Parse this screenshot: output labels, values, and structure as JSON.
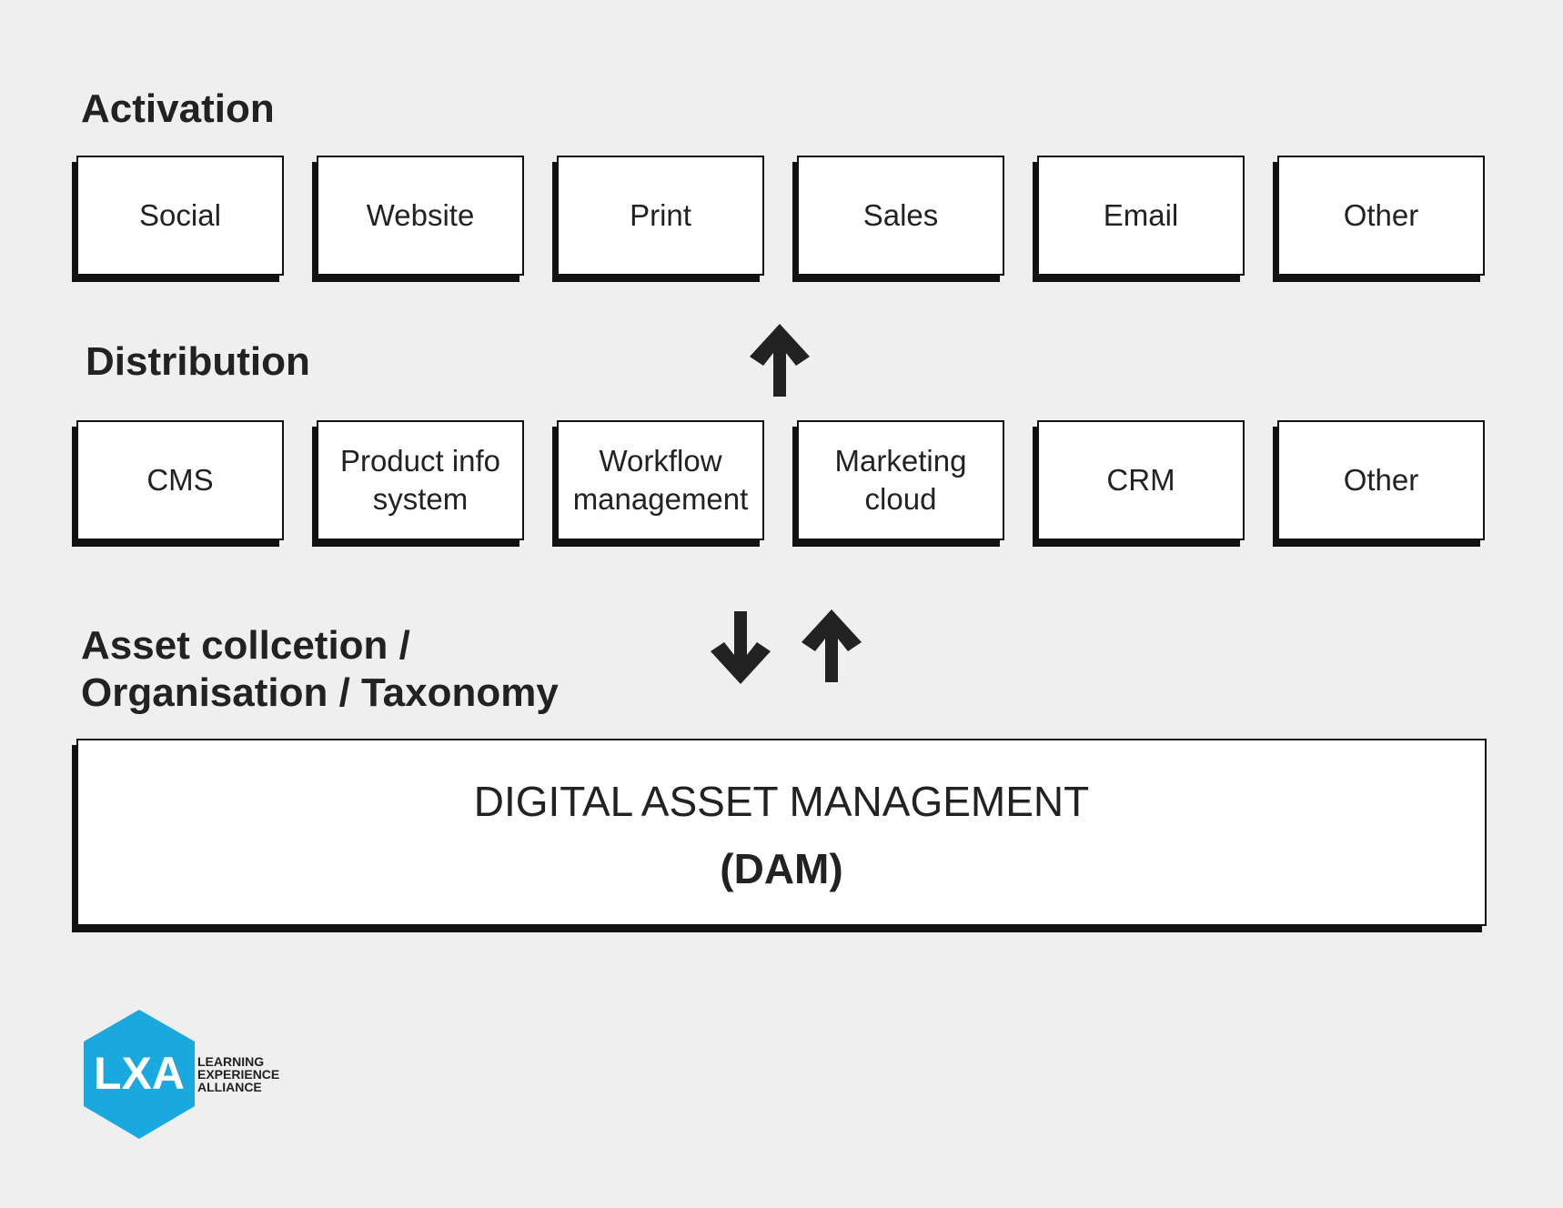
{
  "activation": {
    "label": "Activation",
    "items": [
      "Social",
      "Website",
      "Print",
      "Sales",
      "Email",
      "Other"
    ]
  },
  "distribution": {
    "label": "Distribution",
    "items": [
      "CMS",
      "Product info system",
      "Workflow management",
      "Marketing cloud",
      "CRM",
      "Other"
    ]
  },
  "asset": {
    "label_line1": "Asset collcetion /",
    "label_line2": "Organisation / Taxonomy"
  },
  "dam": {
    "title": "DIGITAL ASSET MANAGEMENT",
    "abbr": "(DAM)"
  },
  "logo": {
    "mark": "LXA",
    "line1": "LEARNING",
    "line2": "EXPERIENCE",
    "line3": "ALLIANCE",
    "color": "#1aa9de"
  },
  "arrows": {
    "color": "#222222",
    "distribution_to_activation": "arrow-up-icon",
    "dam_to_distribution": "arrow-down-icon",
    "distribution_to_dam": "arrow-up-icon"
  }
}
